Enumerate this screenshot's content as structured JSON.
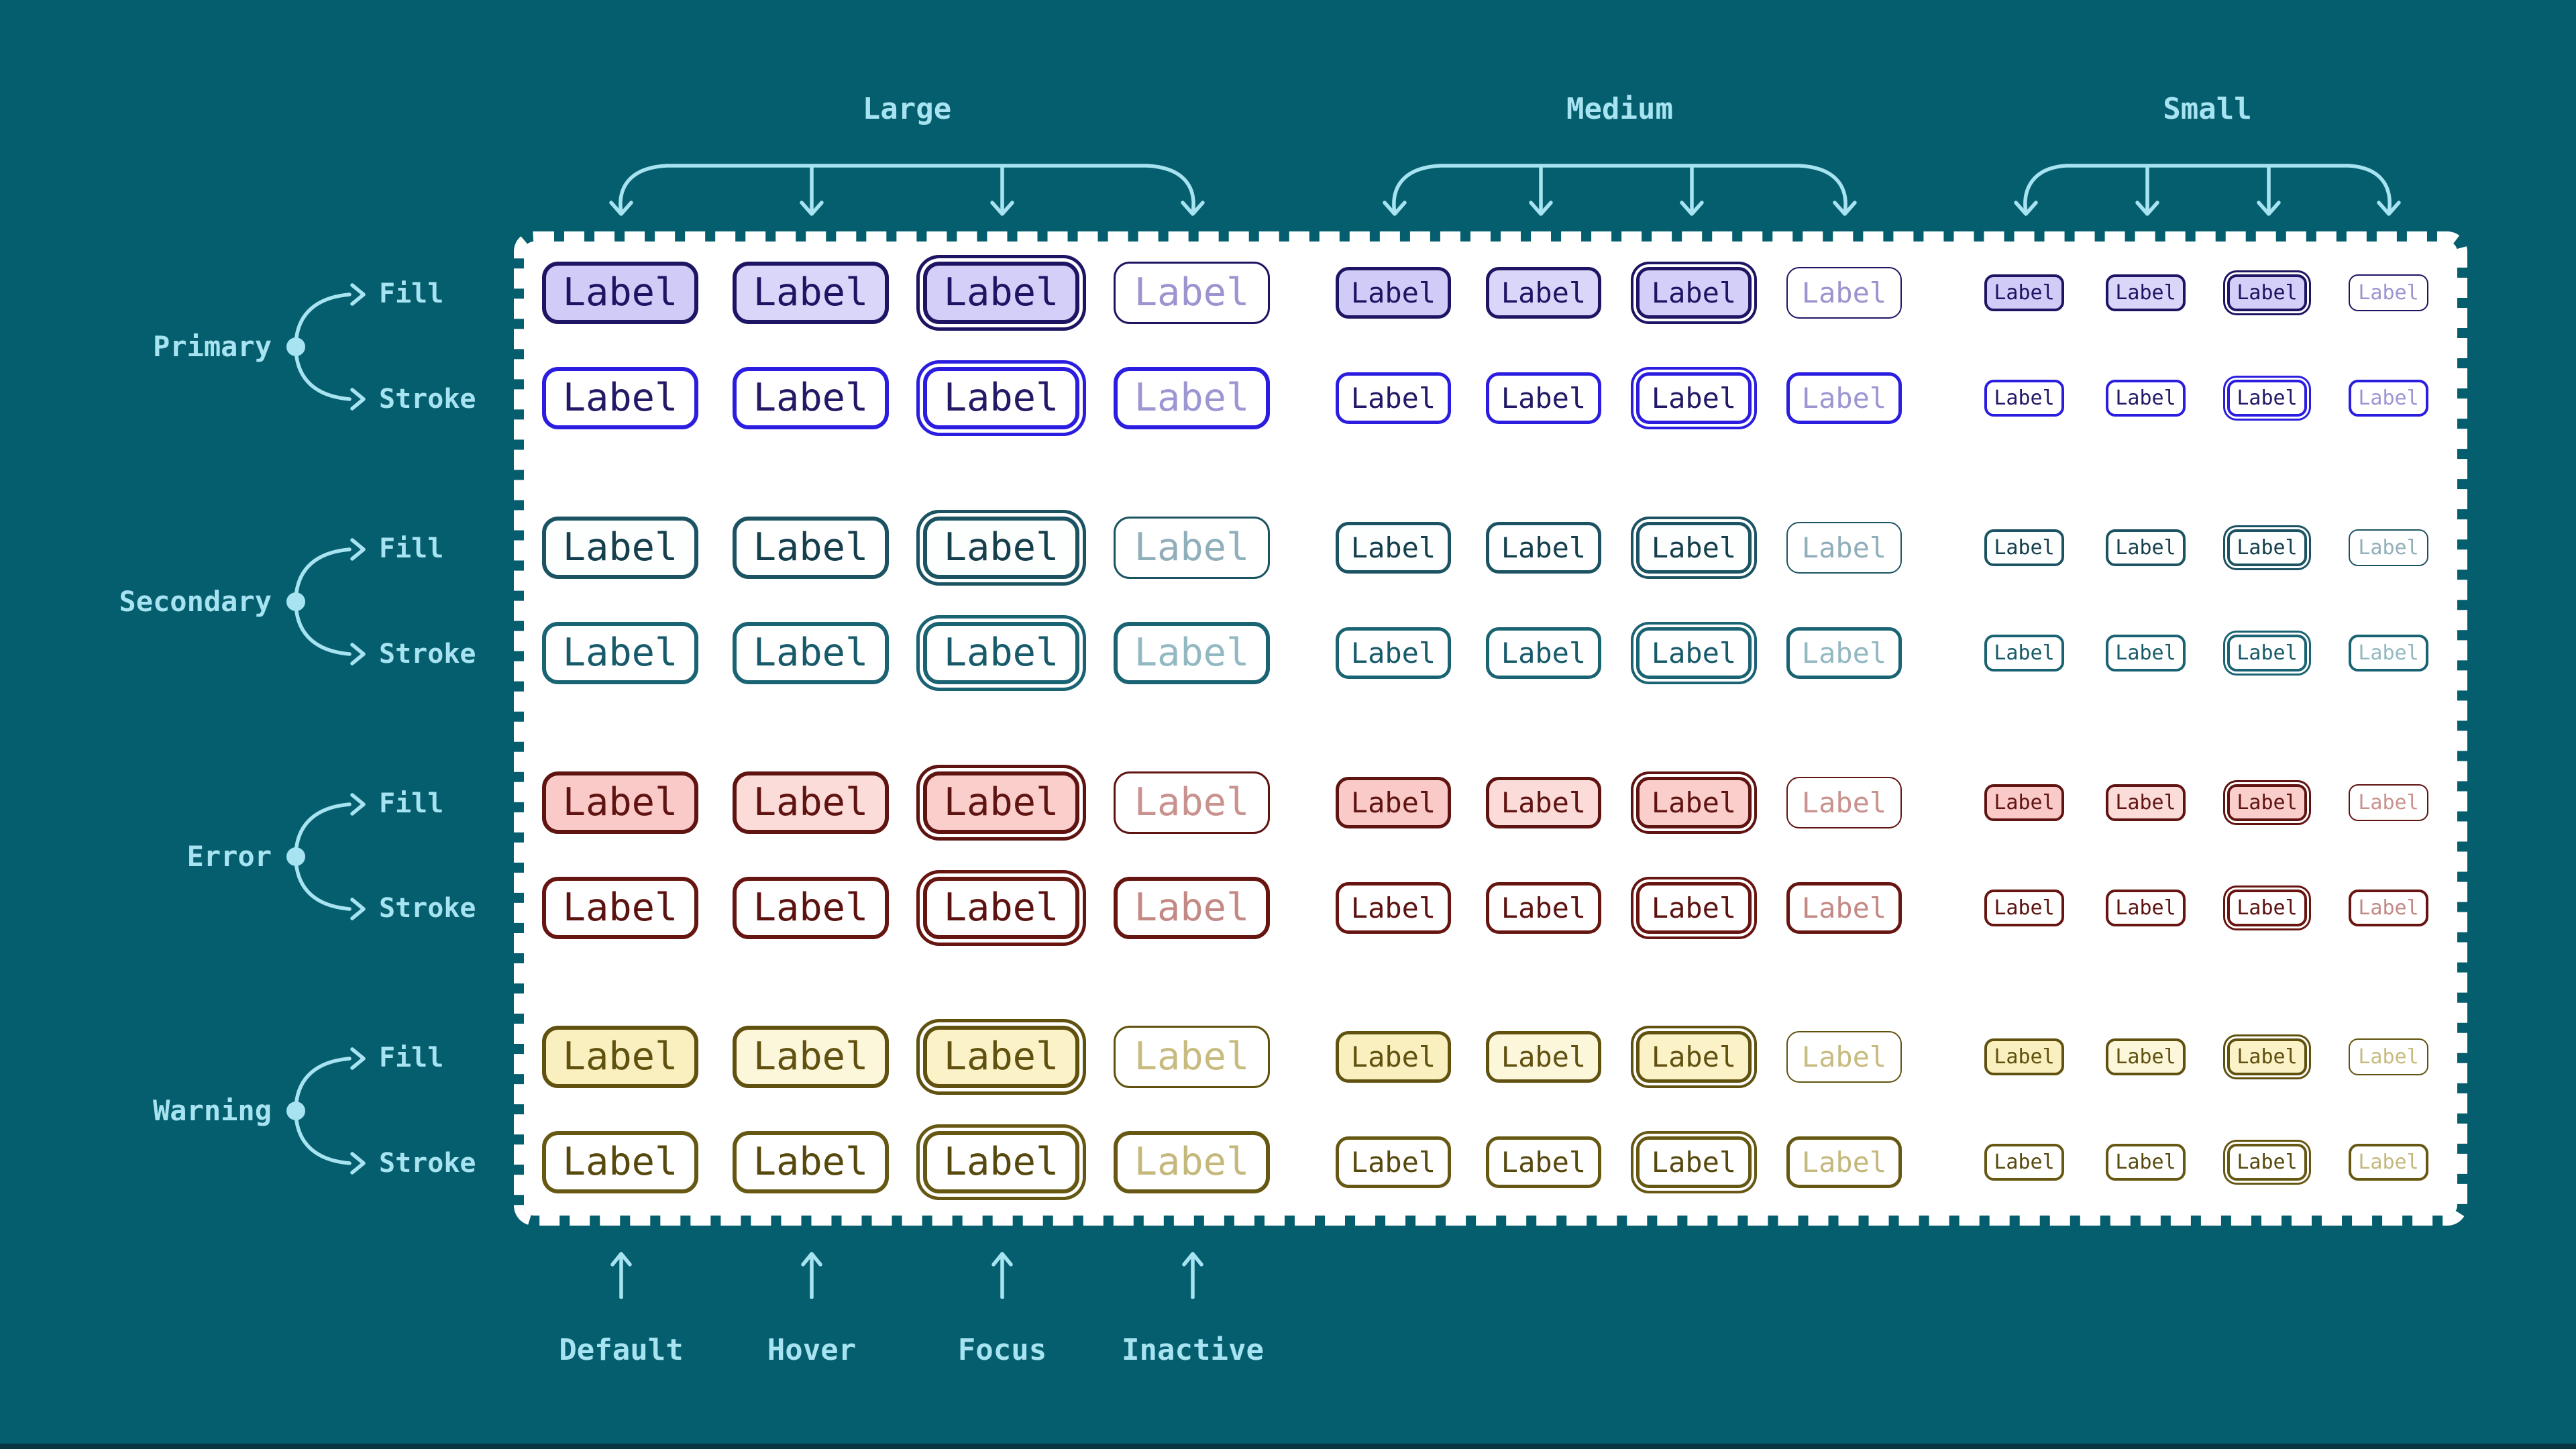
{
  "button_label": "Label",
  "annotations": {
    "sizes": [
      {
        "label": "Large"
      },
      {
        "label": "Medium"
      },
      {
        "label": "Small"
      }
    ],
    "states": [
      {
        "label": "Default"
      },
      {
        "label": "Hover"
      },
      {
        "label": "Focus"
      },
      {
        "label": "Inactive"
      }
    ],
    "variants": [
      {
        "label": "Primary",
        "styles": [
          {
            "label": "Fill"
          },
          {
            "label": "Stroke"
          }
        ]
      },
      {
        "label": "Secondary",
        "styles": [
          {
            "label": "Fill"
          },
          {
            "label": "Stroke"
          }
        ]
      },
      {
        "label": "Error",
        "styles": [
          {
            "label": "Fill"
          },
          {
            "label": "Stroke"
          }
        ]
      },
      {
        "label": "Warning",
        "styles": [
          {
            "label": "Fill"
          },
          {
            "label": "Stroke"
          }
        ]
      }
    ]
  },
  "colors": {
    "background": "#055E6E",
    "panel": "#FFFFFF",
    "annotation": "#A7E3F1",
    "primary": {
      "fill_bg": "#D0CBF7",
      "fill_bg_hover": "#DAD6F9",
      "fill_border": "#1D1563",
      "fill_text": "#1D1563",
      "stroke_border": "#2B1DE0",
      "stroke_text": "#221A66",
      "inactive_text": "#9B94CF"
    },
    "secondary": {
      "fill_bg": "#FDFEFE",
      "fill_border": "#1C5362",
      "fill_text": "#153F4D",
      "stroke_border": "#1A6372",
      "stroke_text": "#175A69",
      "inactive_text": "#92B8C2"
    },
    "error": {
      "fill_bg": "#F9CAC7",
      "fill_bg_hover": "#FBDCD8",
      "fill_border": "#601412",
      "fill_text": "#601412",
      "stroke_border": "#671511",
      "stroke_text": "#5C1310",
      "inactive_text": "#C9928E"
    },
    "warning": {
      "fill_bg": "#FAF0BF",
      "fill_bg_hover": "#FCF6DA",
      "fill_border": "#60510F",
      "fill_text": "#60510F",
      "stroke_border": "#665812",
      "stroke_text": "#57490D",
      "inactive_text": "#C7BB7F"
    }
  }
}
